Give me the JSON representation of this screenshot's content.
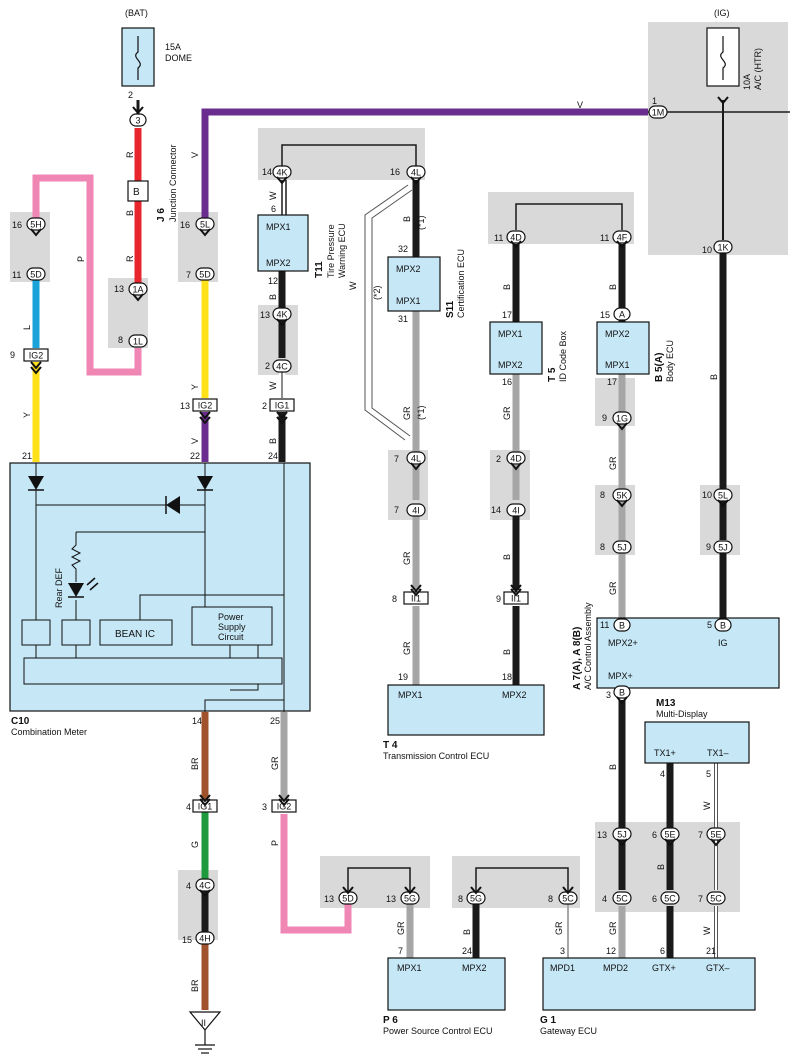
{
  "power": {
    "bat": "(BAT)",
    "ig": "(IG)"
  },
  "fuses": {
    "dome": {
      "rating": "15A",
      "name": "DOME"
    },
    "ac_htr": {
      "rating": "10A",
      "name": "A/C (HTR)"
    }
  },
  "connectors": {
    "c3": "3",
    "c1m": "1M",
    "c4k_top": "4K",
    "c4l_top": "4L",
    "c4d": "4D",
    "c4f": "4F",
    "c1k": "1K",
    "c5h": "5H",
    "c5d_a": "5D",
    "c1a": "1A",
    "c1l": "1L",
    "c5l": "5L",
    "c5d_b": "5D",
    "c4k_mid": "4K",
    "c4c_mid": "4C",
    "ig2_a": "IG2",
    "ig2_b": "IG2",
    "ig1_a": "IG1",
    "c4l_mid": "4L",
    "c4i_a": "4I",
    "c4d_b": "4D",
    "c4i_b": "4I",
    "ii1_a": "II1",
    "ii1_b": "II1",
    "ca": "A",
    "c1g": "1G",
    "c5k": "5K",
    "c5j_a": "5J",
    "c5l_b": "5L",
    "c5j_b": "5J",
    "cb_a": "B",
    "cb_b": "B",
    "cb_c": "B",
    "ig1_b": "IG1",
    "ig2_c": "IG2",
    "c4c_low": "4C",
    "c4h": "4H",
    "c5d_low": "5D",
    "c5g_a": "5G",
    "c5g_b": "5G",
    "c5c_a": "5C",
    "c5j_c": "5J",
    "c5e_a": "5E",
    "c5e_b": "5E",
    "c5c_b": "5C",
    "c5c_c": "5C",
    "c5c_d": "5C"
  },
  "pins": {
    "p2": "2",
    "p1": "1",
    "p14a": "14",
    "p16a": "16",
    "p11a": "11",
    "p11b": "11",
    "p10a": "10",
    "p16b": "16",
    "p11c": "11",
    "p13a": "13",
    "p8a": "8",
    "p16c": "16",
    "p7a": "7",
    "p6": "6",
    "p12": "12",
    "p32": "32",
    "p31": "31",
    "p13b": "13",
    "p2b": "2",
    "p17a": "17",
    "p15": "15",
    "p16d": "16",
    "p17b": "17",
    "p9a": "9",
    "p13c": "13",
    "p2c": "2",
    "p21": "21",
    "p22": "22",
    "p24a": "24",
    "p7b": "7",
    "p7c": "7",
    "p2d": "2",
    "p14b": "14",
    "p9b": "9",
    "p8b": "8",
    "p8c": "8",
    "p8d": "8",
    "p10b": "10",
    "p9c": "9",
    "p8e": "8",
    "p11d": "11",
    "p5a": "5",
    "p19": "19",
    "p18": "18",
    "p3a": "3",
    "p4a": "4",
    "p5b": "5",
    "p14c": "14",
    "p25": "25",
    "p4b": "4",
    "p3b": "3",
    "p4c": "4",
    "p15b": "15",
    "p13d": "13",
    "p13e": "13",
    "p8f": "8",
    "p8g": "8",
    "p13f": "13",
    "p6a": "6",
    "p7d": "7",
    "p4d": "4",
    "p6b": "6",
    "p7e": "7",
    "p24b": "24",
    "p3c": "3",
    "p12b": "12",
    "p6c": "6",
    "p21b": "21"
  },
  "wire_colors": {
    "r1": "R",
    "b1": "B",
    "b2": "B",
    "r2": "R",
    "v1": "V",
    "v2": "V",
    "p1": "P",
    "l": "L",
    "y1": "Y",
    "y2": "Y",
    "y3": "Y",
    "v3": "V",
    "w1": "W",
    "b3": "B",
    "w2": "W",
    "w3": "W",
    "w4": "W",
    "b4": "B",
    "b5": "B",
    "gr1": "GR",
    "gr2": "GR",
    "gr3": "GR",
    "gr4": "GR",
    "b6": "B",
    "b7": "B",
    "b8": "B",
    "b9": "B",
    "b10": "B",
    "gr5": "GR",
    "gr6": "GR",
    "br1": "BR",
    "g": "G",
    "br2": "BR",
    "gr7": "GR",
    "p2": "P",
    "gr8": "GR",
    "b11": "B",
    "gr9": "GR",
    "b12": "B",
    "b13": "B",
    "w5": "W",
    "w6": "W",
    "b14": "B",
    "gr10": "GR"
  },
  "notes": {
    "n1a": "(*1)",
    "n1b": "(*1)",
    "n2": "(*2)"
  },
  "components": {
    "j6": {
      "code": "J 6",
      "name": "Junction Connector"
    },
    "t11": {
      "code": "T11",
      "name": "Tire Pressure Warning ECU",
      "p1": "MPX1",
      "p2": "MPX2"
    },
    "s11": {
      "code": "S11",
      "name": "Certification ECU",
      "p1": "MPX2",
      "p2": "MPX1"
    },
    "t5": {
      "code": "T 5",
      "name": "ID Code Box",
      "p1": "MPX1",
      "p2": "MPX2"
    },
    "b5": {
      "code": "B 5(A)",
      "name": "Body ECU",
      "p1": "MPX2",
      "p2": "MPX1"
    },
    "c10": {
      "code": "C10",
      "name": "Combination Meter",
      "rear_def": "Rear DEF",
      "bean_ic": "BEAN IC",
      "psc1": "Power",
      "psc2": "Supply",
      "psc3": "Circuit"
    },
    "t4": {
      "code": "T 4",
      "name": "Transmission Control ECU",
      "p1": "MPX1",
      "p2": "MPX2"
    },
    "ac": {
      "code": "A 7(A), A 8(B)",
      "name": "A/C Control Assembly",
      "p1": "MPX2+",
      "p2": "IG",
      "p3": "MPX+"
    },
    "m13": {
      "code": "M13",
      "name": "Multi-Display",
      "p1": "TX1+",
      "p2": "TX1–"
    },
    "p6": {
      "code": "P 6",
      "name": "Power Source Control ECU",
      "p1": "MPX1",
      "p2": "MPX2"
    },
    "g1": {
      "code": "G 1",
      "name": "Gateway ECU",
      "p1": "MPD1",
      "p2": "MPD2",
      "p3": "GTX+",
      "p4": "GTX–"
    },
    "ground": {
      "code": "II"
    }
  },
  "colors": {
    "red": "#e8242c",
    "violet": "#6a2d8f",
    "pink": "#ef86b3",
    "blue": "#1aa3d9",
    "yellow": "#ffe11a",
    "black": "#1a1a1a",
    "gray": "#a6a6a6",
    "brown": "#a0522d",
    "green": "#1e9a3c",
    "ecu": "#c6e7f6",
    "shade": "#d9d9d9"
  }
}
